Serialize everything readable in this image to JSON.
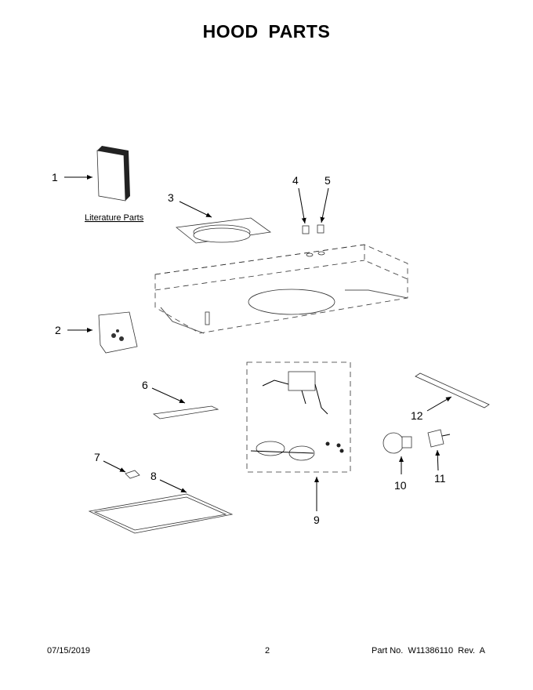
{
  "page": {
    "title": "HOOD PARTS",
    "literature_label": "Literature Parts",
    "callouts": [
      "1",
      "2",
      "3",
      "4",
      "5",
      "6",
      "7",
      "8",
      "9",
      "10",
      "11",
      "12"
    ]
  },
  "footer": {
    "date": "07/15/2019",
    "page_number": "2",
    "part_number": "Part No.  W11386110  Rev.  A"
  }
}
